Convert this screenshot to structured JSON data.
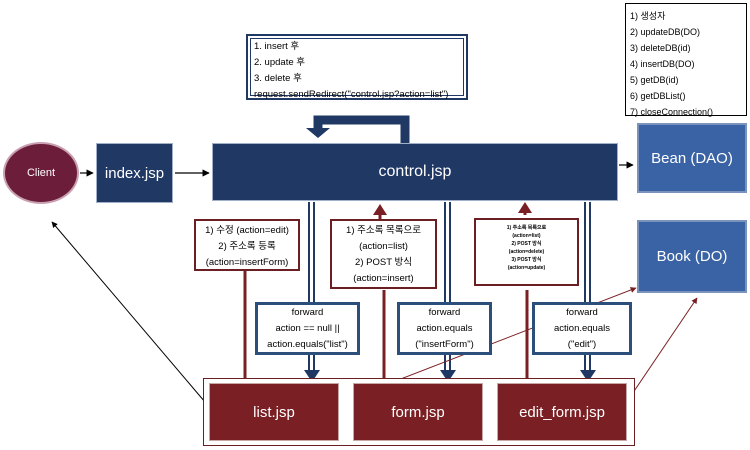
{
  "nodes": {
    "client": "Client",
    "index": "index.jsp",
    "control": "control.jsp",
    "bean": "Bean (DAO)",
    "book": "Book (DO)",
    "list": "list.jsp",
    "form": "form.jsp",
    "edit_form": "edit_form.jsp"
  },
  "redirect_note": {
    "lines": [
      "1. insert 후",
      "2. update 후",
      "3. delete 후",
      "request.sendRedirect(\"control.jsp?action=list\")"
    ]
  },
  "dao_methods": [
    "1) 생성자",
    "2) updateDB(DO)",
    "3) deleteDB(id)",
    "4) insertDB(DO)",
    "5) getDB(id)",
    "6) getDBList()",
    "7) closeConnection()"
  ],
  "request_notes": {
    "from_list": [
      "1) 수정 (action=edit)",
      "2) 주소록 등록",
      "(action=insertForm)"
    ],
    "from_form": [
      "1) 주소록 목록으로",
      "(action=list)",
      "2) POST 방식",
      "(action=insert)"
    ],
    "from_edit": [
      "1) 주소록 목록으로",
      "(action=list)",
      "2) POST 방식",
      "(action=delete)",
      "3) POST 방식",
      "(action=update)"
    ]
  },
  "forward_notes": {
    "to_list": [
      "forward",
      "action == null ||",
      "action.equals(\"list\")"
    ],
    "to_form": [
      "forward",
      "action.equals",
      "(\"insertForm\")"
    ],
    "to_edit": [
      "forward",
      "action.equals",
      "(\"edit\")"
    ]
  }
}
